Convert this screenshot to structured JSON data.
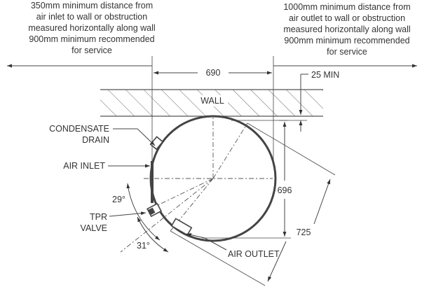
{
  "notes": {
    "left": [
      "350mm minimum distance from",
      "air inlet to wall or obstruction",
      "measured horizontally along wall",
      "900mm minimum recommended",
      "for service"
    ],
    "right": [
      "1000mm minimum distance from",
      "air outlet to wall or obstruction",
      "measured horizontally along wall",
      "900mm  minimum recommended",
      "for service"
    ]
  },
  "labels": {
    "wall": "WALL",
    "condensate_1": "CONDENSATE",
    "condensate_2": "DRAIN",
    "air_inlet": "AIR INLET",
    "tpr_1": "TPR",
    "tpr_2": "VALVE",
    "air_outlet": "AIR OUTLET"
  },
  "dimensions": {
    "width": "690",
    "clearance": "25 MIN",
    "depth": "696",
    "diagonal": "725",
    "angle_top": "29°",
    "angle_bottom": "31°"
  },
  "colors": {
    "line": "#444444",
    "text": "#333333",
    "background": "#ffffff"
  }
}
